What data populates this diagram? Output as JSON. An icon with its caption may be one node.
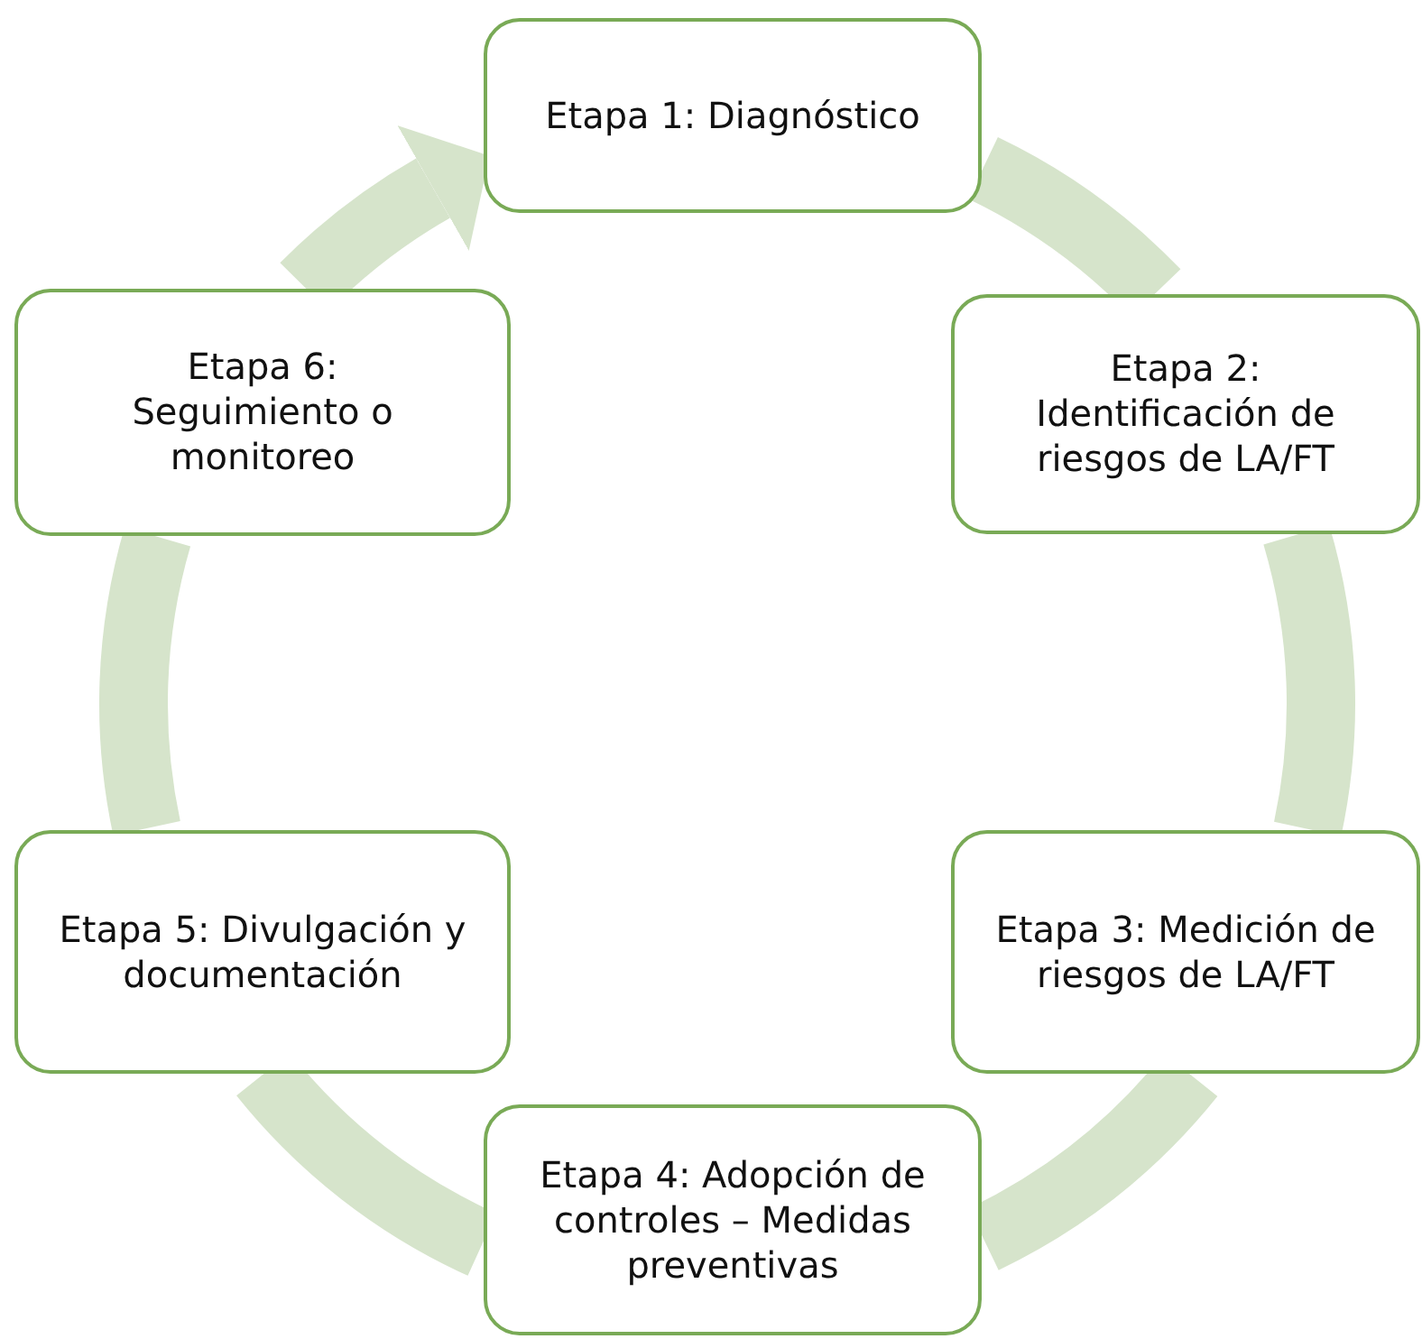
{
  "diagram": {
    "nodes": [
      {
        "text": [
          "Etapa 1: Diagnóstico"
        ]
      },
      {
        "text": [
          "Etapa 2: Identificación de riesgos de LA/FT"
        ]
      },
      {
        "text": [
          "Etapa 3: Medición de riesgos de LA/FT"
        ]
      },
      {
        "text": [
          "Etapa 4: Adopción de controles – Medidas preventivas"
        ]
      },
      {
        "text": [
          "Etapa 5: Divulgación y documentación"
        ]
      },
      {
        "text": [
          "Etapa 6: Seguimiento o monitoreo"
        ]
      }
    ],
    "edges": [
      {
        "from": 0,
        "to": 1,
        "arrow": "none"
      },
      {
        "from": 1,
        "to": 2,
        "arrow": "none"
      },
      {
        "from": 2,
        "to": 3,
        "arrow": "none"
      },
      {
        "from": 3,
        "to": 4,
        "arrow": "none"
      },
      {
        "from": 4,
        "to": 5,
        "arrow": "none"
      },
      {
        "from": 5,
        "to": 0,
        "arrow": "to"
      }
    ]
  }
}
